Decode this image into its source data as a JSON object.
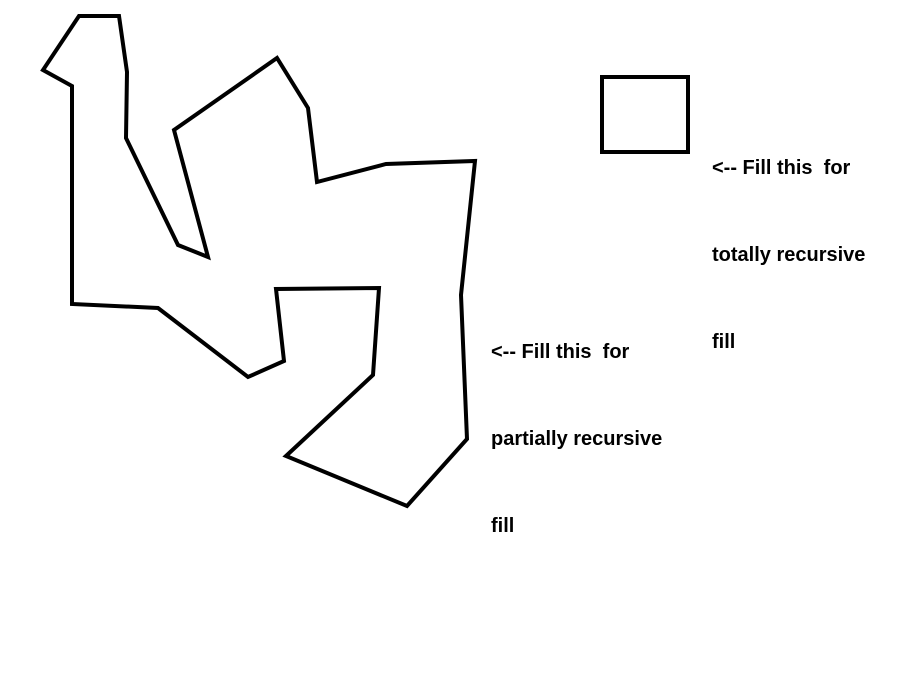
{
  "canvas": {
    "background": "#ffffff",
    "stroke_color": "#000000"
  },
  "shapes": {
    "irregular_polygon": {
      "fill": "none"
    },
    "square": {
      "fill": "none"
    }
  },
  "annotations": {
    "polygon_label": {
      "lines": [
        "<-- Fill this  for",
        "partially recursive",
        "fill"
      ]
    },
    "square_label": {
      "lines": [
        "<-- Fill this  for",
        "totally recursive",
        "fill"
      ]
    }
  }
}
